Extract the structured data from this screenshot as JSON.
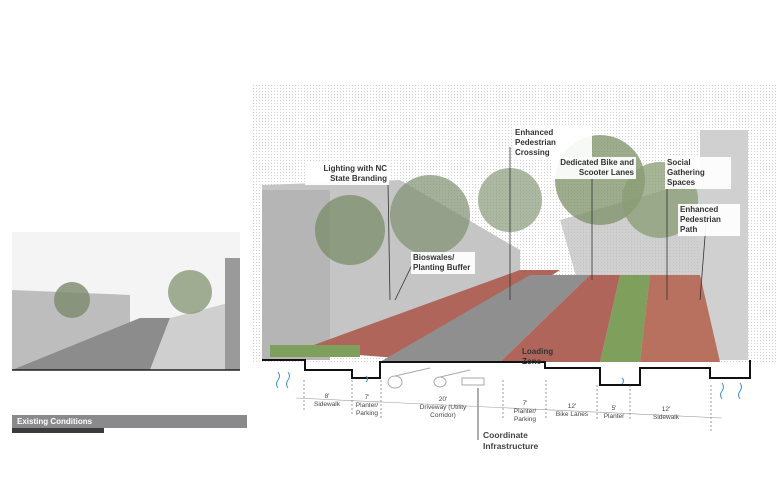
{
  "existing": {
    "title": "Existing Conditions"
  },
  "callouts": {
    "lighting": "Lighting with NC State Branding",
    "crossing": "Enhanced Pedestrian Crossing",
    "bike": "Dedicated Bike and Scooter Lanes",
    "social": "Social Gathering Spaces",
    "path": "Enhanced Pedestrian Path",
    "bioswales": "Bioswales/ Planting Buffer",
    "loading": "Loading Zone",
    "infrastructure": "Coordinate Infrastructure"
  },
  "dimensions": [
    {
      "width": "8'",
      "label": "Sidewalk"
    },
    {
      "width": "7'",
      "label": "Planter/ Parking"
    },
    {
      "width": "20'",
      "label": "Driveway (Utility Corridor)"
    },
    {
      "width": "7'",
      "label": "Planter/ Parking"
    },
    {
      "width": "12'",
      "label": "Bike Lanes"
    },
    {
      "width": "5'",
      "label": "Planter"
    },
    {
      "width": "12'",
      "label": "Sidewalk"
    }
  ],
  "colors": {
    "title_bar": "#8a898b",
    "brick": "#b0655a",
    "planting": "#7fa05c",
    "water": "#3a8fd0"
  }
}
